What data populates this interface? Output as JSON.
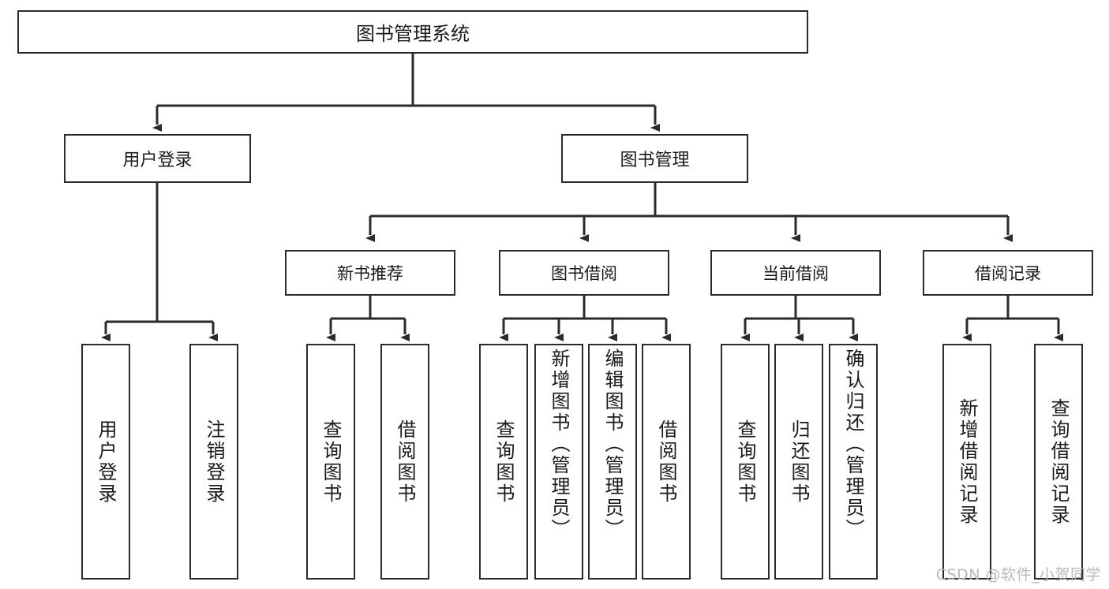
{
  "diagram": {
    "title": "图书管理系统",
    "type": "tree-hierarchy",
    "watermark": "CSDN @软件_小贺同学",
    "root": {
      "label": "图书管理系统"
    },
    "level1": [
      {
        "label": "用户登录"
      },
      {
        "label": "图书管理"
      }
    ],
    "level2": [
      {
        "label": "新书推荐"
      },
      {
        "label": "图书借阅"
      },
      {
        "label": "当前借阅"
      },
      {
        "label": "借阅记录"
      }
    ],
    "leaves": {
      "user_login": [
        {
          "label": "用户登录"
        },
        {
          "label": "注销登录"
        }
      ],
      "new_book_recommend": [
        {
          "label": "查询图书"
        },
        {
          "label": "借阅图书"
        }
      ],
      "book_borrow": [
        {
          "label": "查询图书"
        },
        {
          "label": "新增图书（管理员）"
        },
        {
          "label": "编辑图书（管理员）"
        },
        {
          "label": "借阅图书"
        }
      ],
      "current_borrow": [
        {
          "label": "查询图书"
        },
        {
          "label": "归还图书"
        },
        {
          "label": "确认归还（管理员）"
        }
      ],
      "borrow_record": [
        {
          "label": "新增借阅记录"
        },
        {
          "label": "查询借阅记录"
        }
      ]
    }
  },
  "colors": {
    "stroke": "#2b2b2b",
    "text": "#1a1a1a",
    "background": "#ffffff",
    "watermark": "#b9b9b9"
  }
}
